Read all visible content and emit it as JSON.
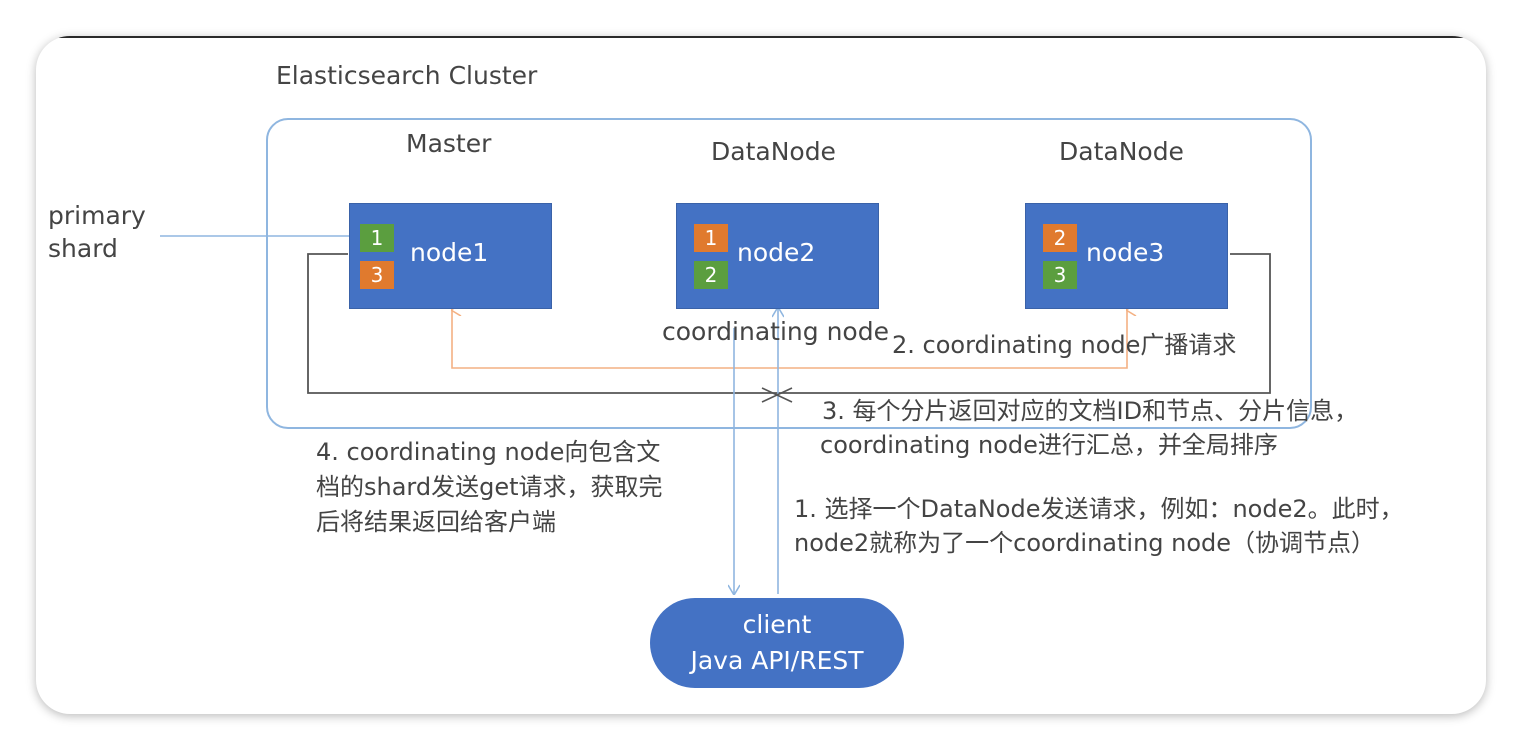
{
  "diagram": {
    "cluster_title": "Elasticsearch Cluster",
    "primary_label": [
      "primary",
      "shard"
    ],
    "nodes": [
      {
        "role": "Master",
        "name": "node1",
        "shards": [
          {
            "id": "1",
            "kind": "primary"
          },
          {
            "id": "3",
            "kind": "replica"
          }
        ]
      },
      {
        "role": "DataNode",
        "name": "node2",
        "shards": [
          {
            "id": "1",
            "kind": "replica"
          },
          {
            "id": "2",
            "kind": "primary"
          }
        ]
      },
      {
        "role": "DataNode",
        "name": "node3",
        "shards": [
          {
            "id": "2",
            "kind": "replica"
          },
          {
            "id": "3",
            "kind": "primary"
          }
        ]
      }
    ],
    "coordinating_label": "coordinating node",
    "step2": "2. coordinating node广播请求",
    "step3": [
      "3. 每个分片返回对应的文档ID和节点、分片信息，",
      "coordinating node进行汇总，并全局排序"
    ],
    "step4": [
      "4. coordinating node向包含文",
      "档的shard发送get请求，获取完",
      "后将结果返回给客户端"
    ],
    "step1": [
      "1. 选择一个DataNode发送请求，例如：node2。此时，",
      "node2就称为了一个coordinating node（协调节点）"
    ],
    "client": {
      "line1": "client",
      "line2": "Java API/REST"
    },
    "colors": {
      "node_fill": "#4472c4",
      "primary_shard": "#5b9e3f",
      "replica_shard": "#e07a2e",
      "cluster_border": "#8fb6e0",
      "broadcast_arrow": "#f4b183",
      "request_arrow": "#8fb6e0",
      "loop_line": "#555555"
    }
  }
}
